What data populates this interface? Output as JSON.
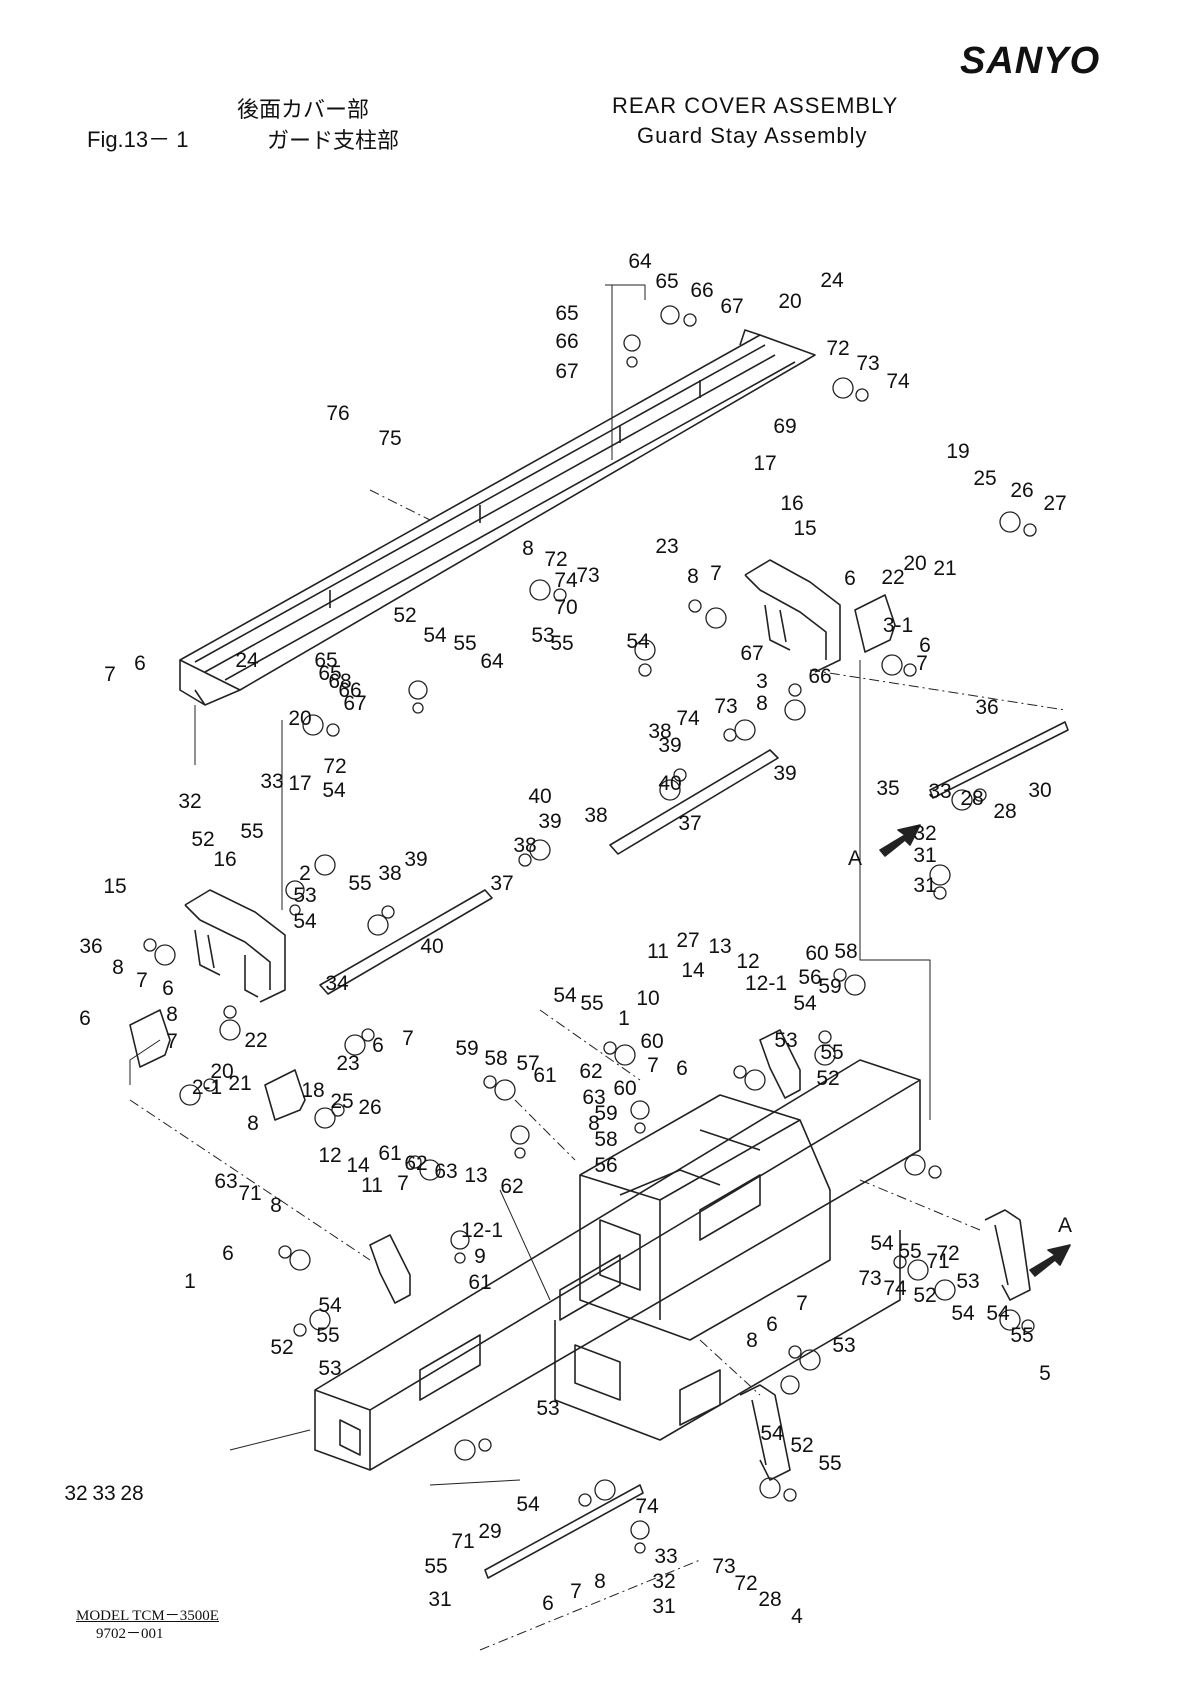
{
  "header": {
    "brand": "SANYO",
    "fig": "Fig.13－ 1",
    "title_jp": "後面カバー部",
    "subtitle_jp": "ガード支柱部",
    "title_en": "REAR  COVER  ASSEMBLY",
    "subtitle_en": "Guard  Stay  Assembly"
  },
  "footer": {
    "model": "MODEL  TCM－3500E",
    "code": "9702－001"
  },
  "view_markers": [
    "A",
    "A"
  ],
  "callouts": [
    "64",
    "65",
    "66",
    "67",
    "20",
    "24",
    "65",
    "66",
    "67",
    "72",
    "73",
    "74",
    "69",
    "76",
    "75",
    "17",
    "19",
    "25",
    "26",
    "27",
    "16",
    "15",
    "20",
    "21",
    "22",
    "23",
    "8",
    "7",
    "6",
    "3-1",
    "6",
    "7",
    "8",
    "72",
    "73",
    "74",
    "70",
    "53",
    "54",
    "55",
    "52",
    "54",
    "55",
    "64",
    "65",
    "66",
    "67",
    "68",
    "65",
    "66",
    "67",
    "3",
    "8",
    "7",
    "6",
    "24",
    "20",
    "72",
    "73",
    "74",
    "38",
    "39",
    "40",
    "39",
    "38",
    "37",
    "36",
    "35",
    "30",
    "28",
    "28",
    "33",
    "32",
    "31",
    "31",
    "32",
    "33",
    "17",
    "54",
    "55",
    "40",
    "39",
    "38",
    "37",
    "52",
    "15",
    "16",
    "2",
    "53",
    "54",
    "55",
    "38",
    "39",
    "40",
    "34",
    "36",
    "8",
    "7",
    "6",
    "8",
    "7",
    "6",
    "2-1",
    "20",
    "21",
    "22",
    "23",
    "6",
    "7",
    "8",
    "18",
    "25",
    "26",
    "27",
    "13",
    "12",
    "12-1",
    "11",
    "10",
    "14",
    "60",
    "59",
    "58",
    "56",
    "54",
    "55",
    "52",
    "53",
    "54",
    "55",
    "1",
    "60",
    "59",
    "58",
    "57",
    "61",
    "62",
    "63",
    "8",
    "7",
    "6",
    "60",
    "59",
    "58",
    "56",
    "61",
    "62",
    "63",
    "13",
    "12",
    "14",
    "11",
    "12-1",
    "9",
    "61",
    "62",
    "63",
    "71",
    "8",
    "7",
    "6",
    "1",
    "54",
    "55",
    "52",
    "53",
    "54",
    "55",
    "71",
    "72",
    "73",
    "74",
    "52",
    "54",
    "53",
    "54",
    "55",
    "5",
    "6",
    "7",
    "8",
    "53",
    "54",
    "52",
    "55",
    "53",
    "54",
    "55",
    "71",
    "29",
    "74",
    "73",
    "72",
    "28",
    "4",
    "6",
    "7",
    "8",
    "33",
    "32",
    "31",
    "31",
    "32",
    "33",
    "28"
  ]
}
